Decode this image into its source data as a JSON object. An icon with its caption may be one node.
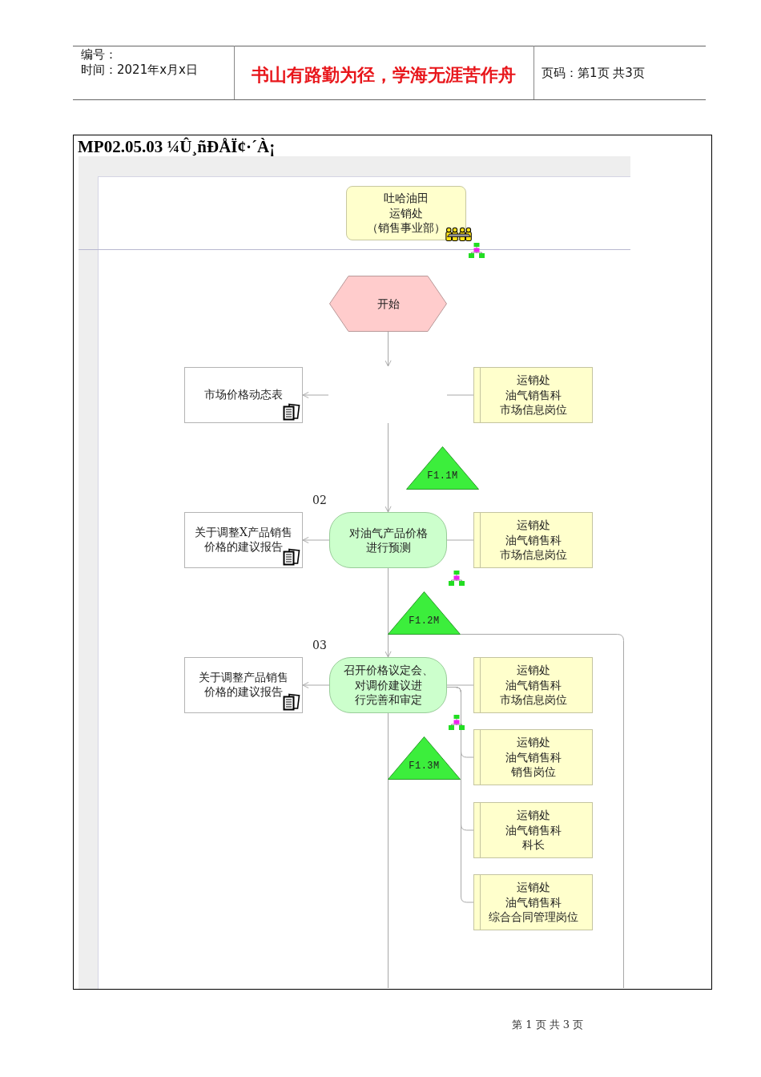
{
  "diagram": {
    "title": "MP02.05.03 ¼Û¸ñÐÅÏ¢·´À¡",
    "nodes": [
      {
        "text": [
          "吐哈油田运销处（销售事业部）"
        ]
      },
      {
        "text": [
          "开始"
        ]
      },
      {
        "text": [
          "市场价格动态表"
        ]
      },
      {
        "text": [
          "运销处油气销售科市场信息岗位"
        ]
      },
      {
        "text": [
          "F1.1M"
        ]
      },
      {
        "text": [
          "对油气产品价格进行预测"
        ],
        "beside": [
          "02"
        ]
      },
      {
        "text": [
          "关于调整X产品销售价格的建议报告"
        ]
      },
      {
        "text": [
          "运销处油气销售科市场信息岗位"
        ]
      },
      {
        "text": [
          "F1.2M"
        ]
      },
      {
        "text": [
          "召开价格议定会、对调价建议进行完善和审定"
        ],
        "beside": [
          "03"
        ]
      },
      {
        "text": [
          "关于调整产品销售价格的建议报告"
        ]
      },
      {
        "text": [
          "运销处油气销售科市场信息岗位"
        ]
      },
      {
        "text": [
          "F1.3M"
        ]
      },
      {
        "text": [
          "运销处油气销售科销售岗位"
        ]
      },
      {
        "text": [
          "运销处油气销售科科长"
        ]
      },
      {
        "text": [
          "运销处油气销售科综合合同管理岗位"
        ]
      }
    ],
    "edges": [
      {
        "from": 1,
        "to": null,
        "arrow": "to"
      },
      {
        "from": null,
        "to": 2,
        "arrow": "to"
      },
      {
        "from": 3,
        "to": null,
        "arrow": "none"
      },
      {
        "from": null,
        "to": 5,
        "arrow": "to"
      },
      {
        "from": 5,
        "to": 6,
        "arrow": "to"
      },
      {
        "from": 7,
        "to": 5,
        "arrow": "none"
      },
      {
        "from": 5,
        "to": 9,
        "arrow": "to"
      },
      {
        "from": 8,
        "to": null,
        "arrow": "none"
      },
      {
        "from": 9,
        "to": 10,
        "arrow": "to"
      },
      {
        "from": 11,
        "to": 9,
        "arrow": "none"
      },
      {
        "from": 9,
        "to": 13,
        "arrow": "none"
      },
      {
        "from": 9,
        "to": 14,
        "arrow": "none"
      },
      {
        "from": 9,
        "to": 15,
        "arrow": "none"
      },
      {
        "from": 9,
        "to": null,
        "arrow": "none"
      }
    ],
    "labels": [
      "编号：",
      "时间：2021年x月x日",
      "书山有路勤为径，学海无涯苦作舟",
      "页码：第1页 共3页",
      "第 1 页 共 3 页"
    ]
  }
}
